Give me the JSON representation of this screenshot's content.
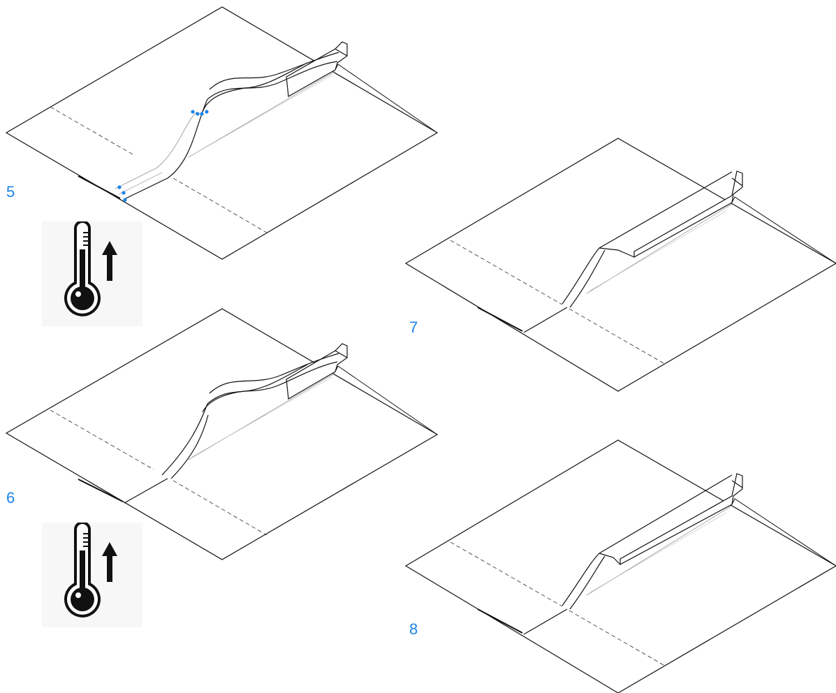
{
  "steps": [
    {
      "label": "5"
    },
    {
      "label": "6"
    },
    {
      "label": "7"
    },
    {
      "label": "8"
    }
  ],
  "icons": {
    "heat": "thermometer-temperature-increase-icon",
    "arrow": "arrow-up-icon"
  },
  "colors": {
    "label": "#1a84e8",
    "line": "#111111",
    "dashed": "#444444",
    "marker": "#1a84e8",
    "icon_bg": "#f7f7f7"
  }
}
